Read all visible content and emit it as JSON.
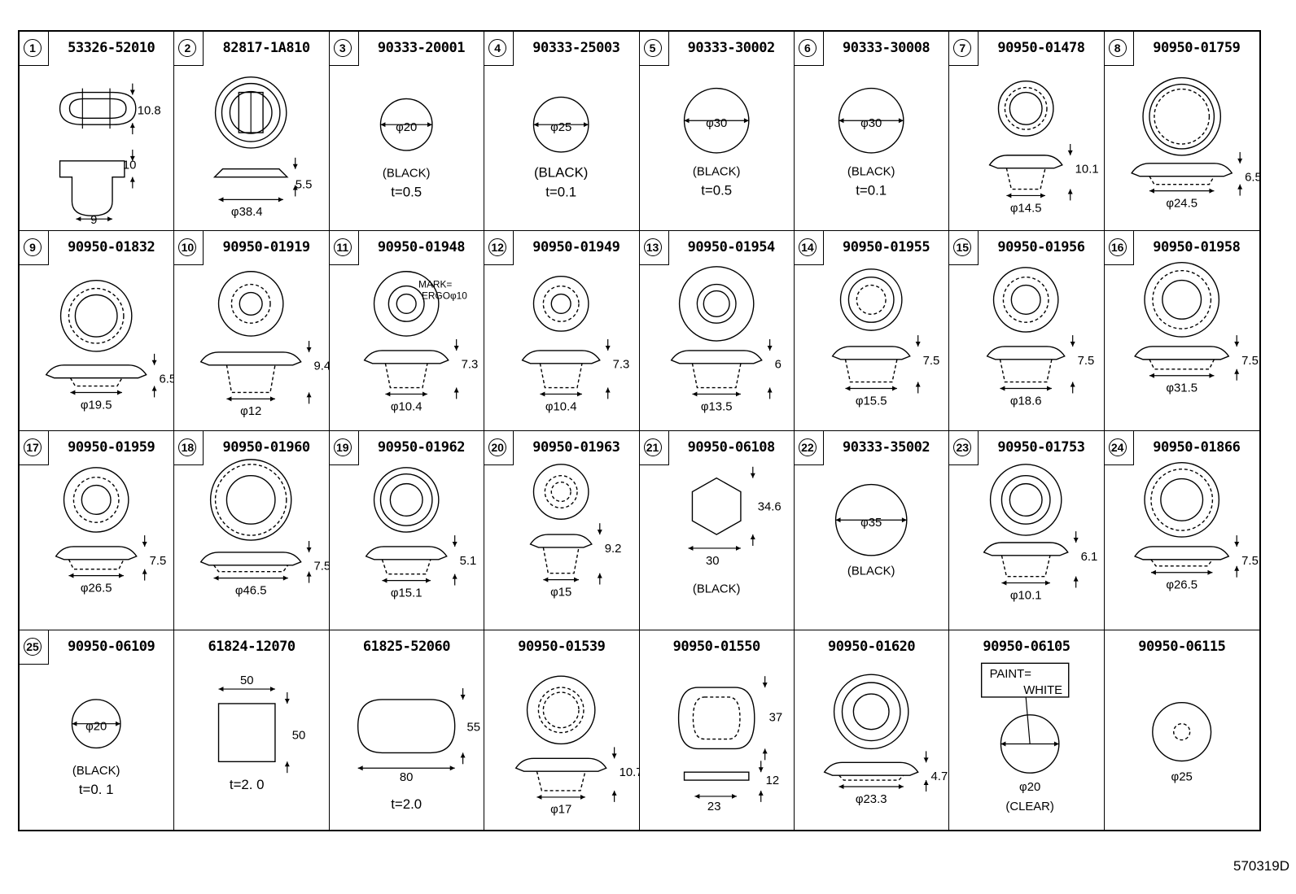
{
  "diagram_id": "570319D",
  "parts": [
    {
      "index": "1",
      "part_number": "53326-52010",
      "dims": [
        "10.8",
        "10",
        "9"
      ]
    },
    {
      "index": "2",
      "part_number": "82817-1A810",
      "dims": [
        "5.5",
        "φ38.4"
      ]
    },
    {
      "index": "3",
      "part_number": "90333-20001",
      "dims": [
        "φ20"
      ],
      "note": "(BLACK)",
      "thickness": "t=0.5"
    },
    {
      "index": "4",
      "part_number": "90333-25003",
      "dims": [
        "φ25"
      ],
      "note": "(BLACK)",
      "thickness": "t=0.1"
    },
    {
      "index": "5",
      "part_number": "90333-30002",
      "dims": [
        "φ30"
      ],
      "note": "(BLACK)",
      "thickness": "t=0.5"
    },
    {
      "index": "6",
      "part_number": "90333-30008",
      "dims": [
        "φ30"
      ],
      "note": "(BLACK)",
      "thickness": "t=0.1"
    },
    {
      "index": "7",
      "part_number": "90950-01478",
      "dims": [
        "10.1",
        "φ14.5"
      ]
    },
    {
      "index": "8",
      "part_number": "90950-01759",
      "dims": [
        "6.5",
        "φ24.5"
      ]
    },
    {
      "index": "9",
      "part_number": "90950-01832",
      "dims": [
        "6.5",
        "φ19.5"
      ]
    },
    {
      "index": "10",
      "part_number": "90950-01919",
      "dims": [
        "9.4",
        "φ12"
      ]
    },
    {
      "index": "11",
      "part_number": "90950-01948",
      "dims": [
        "7.3",
        "φ10.4"
      ],
      "mark": [
        "MARK=",
        "ERGOφ10"
      ]
    },
    {
      "index": "12",
      "part_number": "90950-01949",
      "dims": [
        "7.3",
        "φ10.4"
      ]
    },
    {
      "index": "13",
      "part_number": "90950-01954",
      "dims": [
        "6",
        "φ13.5"
      ]
    },
    {
      "index": "14",
      "part_number": "90950-01955",
      "dims": [
        "7.5",
        "φ15.5"
      ]
    },
    {
      "index": "15",
      "part_number": "90950-01956",
      "dims": [
        "7.5",
        "φ18.6"
      ]
    },
    {
      "index": "16",
      "part_number": "90950-01958",
      "dims": [
        "7.5",
        "φ31.5"
      ]
    },
    {
      "index": "17",
      "part_number": "90950-01959",
      "dims": [
        "7.5",
        "φ26.5"
      ]
    },
    {
      "index": "18",
      "part_number": "90950-01960",
      "dims": [
        "7.5",
        "φ46.5"
      ]
    },
    {
      "index": "19",
      "part_number": "90950-01962",
      "dims": [
        "5.1",
        "φ15.1"
      ]
    },
    {
      "index": "20",
      "part_number": "90950-01963",
      "dims": [
        "9.2",
        "φ15"
      ]
    },
    {
      "index": "21",
      "part_number": "90950-06108",
      "dims": [
        "34.6",
        "30"
      ],
      "note": "(BLACK)"
    },
    {
      "index": "22",
      "part_number": "90333-35002",
      "dims": [
        "φ35"
      ],
      "note": "(BLACK)"
    },
    {
      "index": "23",
      "part_number": "90950-01753",
      "dims": [
        "6.1",
        "φ10.1"
      ]
    },
    {
      "index": "24",
      "part_number": "90950-01866",
      "dims": [
        "7.5",
        "φ26.5"
      ]
    },
    {
      "index": "25",
      "part_number": "90950-06109",
      "dims": [
        "φ20"
      ],
      "note": "(BLACK)",
      "thickness": "t=0. 1"
    },
    {
      "index": "",
      "part_number": "61824-12070",
      "dims": [
        "50",
        "50"
      ],
      "thickness": "t=2. 0"
    },
    {
      "index": "",
      "part_number": "61825-52060",
      "dims": [
        "55",
        "80"
      ],
      "thickness": "t=2.0"
    },
    {
      "index": "",
      "part_number": "90950-01539",
      "dims": [
        "10.7",
        "φ17"
      ]
    },
    {
      "index": "",
      "part_number": "90950-01550",
      "dims": [
        "37",
        "12",
        "23"
      ]
    },
    {
      "index": "",
      "part_number": "90950-01620",
      "dims": [
        "4.7",
        "φ23.3"
      ]
    },
    {
      "index": "",
      "part_number": "90950-06105",
      "dims": [
        "φ20"
      ],
      "paint": [
        "PAINT=",
        "WHITE"
      ],
      "note": "(CLEAR)"
    },
    {
      "index": "",
      "part_number": "90950-06115",
      "dims": [
        "φ25"
      ]
    }
  ]
}
